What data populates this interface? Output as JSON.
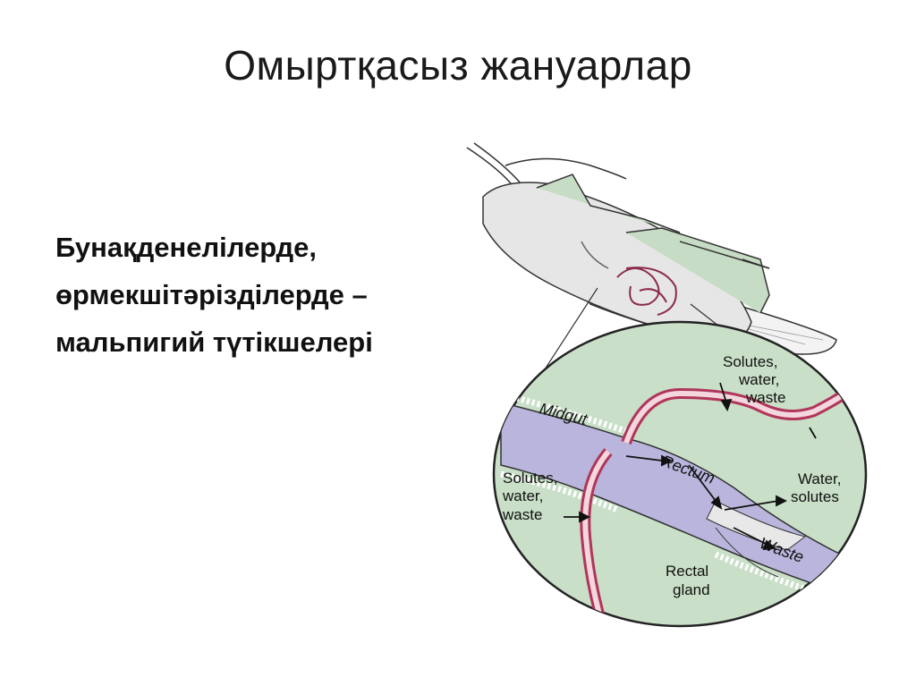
{
  "slide": {
    "title": "Омыртқасыз жануарлар",
    "text_lines": [
      "Бунақденелілерде,",
      "өрмекшітәрізділерде –",
      "мальпигий түтікшелері"
    ]
  },
  "diagram": {
    "labels": {
      "midgut": "Midgut",
      "rectum": "Rectum",
      "waste": "Waste",
      "solutes_top": [
        "Solutes,",
        "water,",
        "waste"
      ],
      "solutes_left": [
        "Solutes,",
        "water,",
        "waste"
      ],
      "water_solutes": [
        "Water,",
        "solutes"
      ],
      "rectal_gland": [
        "Rectal",
        "gland"
      ]
    },
    "colors": {
      "circle_fill": "#c9dfc8",
      "gut_fill": "#b9b5dc",
      "tubule_red": "#b0365a",
      "insect_green": "#c7dcc4"
    }
  }
}
